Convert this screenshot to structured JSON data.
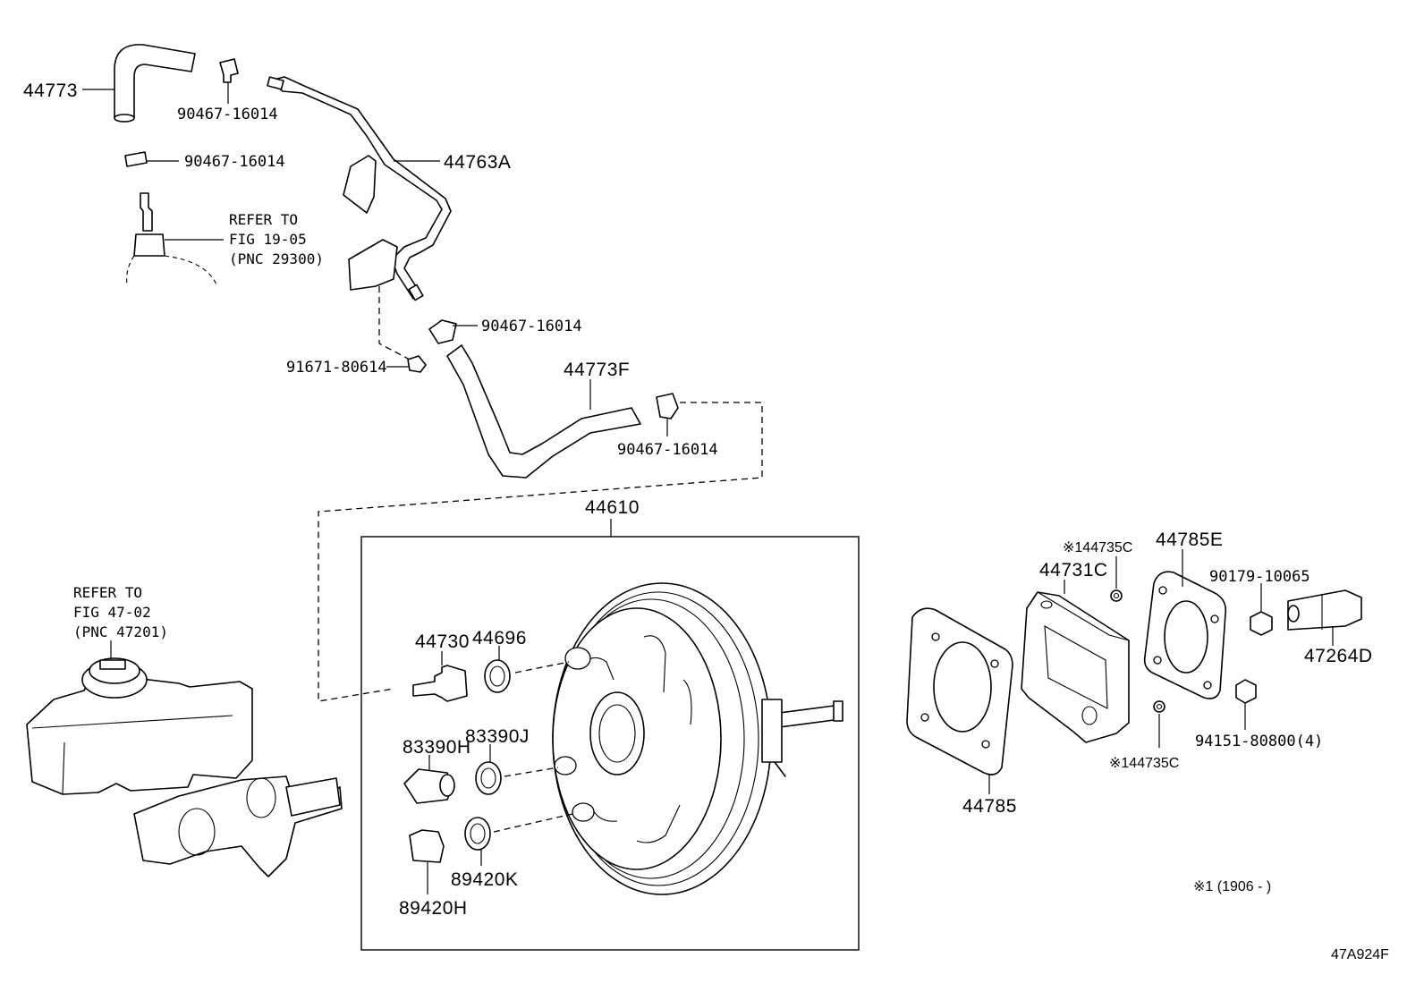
{
  "figure_code": "47A924F",
  "footnote": "※1 (1906 -      )",
  "labels": {
    "p44773": "44773",
    "clip_top": "90467-16014",
    "clip_left": "90467-16014",
    "p44763A": "44763A",
    "refer_a_line1": "REFER TO",
    "refer_a_line2": "FIG 19-05",
    "refer_a_line3": "(PNC 29300)",
    "clip_mid": "90467-16014",
    "bolt": "91671-80614",
    "p44773F": "44773F",
    "clip_right": "90467-16014",
    "p44610": "44610",
    "refer_b_line1": "REFER TO",
    "refer_b_line2": "FIG 47-02",
    "refer_b_line3": "(PNC 47201)",
    "p44730": "44730",
    "p44696": "44696",
    "p83390H": "83390H",
    "p83390J": "83390J",
    "p89420H": "89420H",
    "p89420K": "89420K",
    "p44735C_top": "※144735C",
    "p44785E": "44785E",
    "p44731C": "44731C",
    "p90179": "90179-10065",
    "p47264D": "47264D",
    "p94151": "94151-80800(4)",
    "p44735C_bottom": "※144735C",
    "p44785": "44785"
  }
}
